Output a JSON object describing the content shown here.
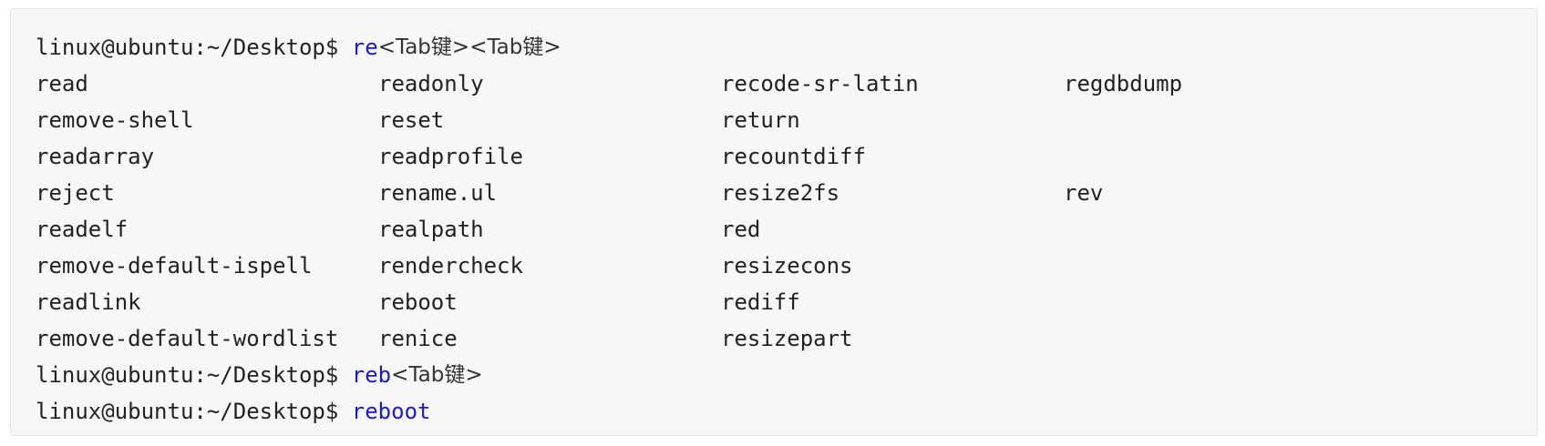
{
  "terminal": {
    "prompt1": {
      "prompt": "linux@ubuntu:~/Desktop$ ",
      "command": "re",
      "keys": "<Tab键><Tab键>"
    },
    "completions": [
      [
        "read",
        "readonly",
        "recode-sr-latin",
        "regdbdump"
      ],
      [
        "remove-shell",
        "reset",
        "return",
        ""
      ],
      [
        "readarray",
        "readprofile",
        "recountdiff",
        ""
      ],
      [
        "reject",
        "rename.ul",
        "resize2fs",
        "rev"
      ],
      [
        "readelf",
        "realpath",
        "red",
        ""
      ],
      [
        "remove-default-ispell",
        "rendercheck",
        "resizecons",
        ""
      ],
      [
        "readlink",
        "reboot",
        "rediff",
        ""
      ],
      [
        "remove-default-wordlist",
        "renice",
        "resizepart",
        ""
      ]
    ],
    "prompt2": {
      "prompt": "linux@ubuntu:~/Desktop$ ",
      "command": "reb",
      "keys": "<Tab键>"
    },
    "prompt3": {
      "prompt": "linux@ubuntu:~/Desktop$ ",
      "command": "reboot"
    }
  },
  "colors": {
    "background": "#f7f7f7",
    "text": "#222222",
    "command": "#1a1ad6"
  }
}
